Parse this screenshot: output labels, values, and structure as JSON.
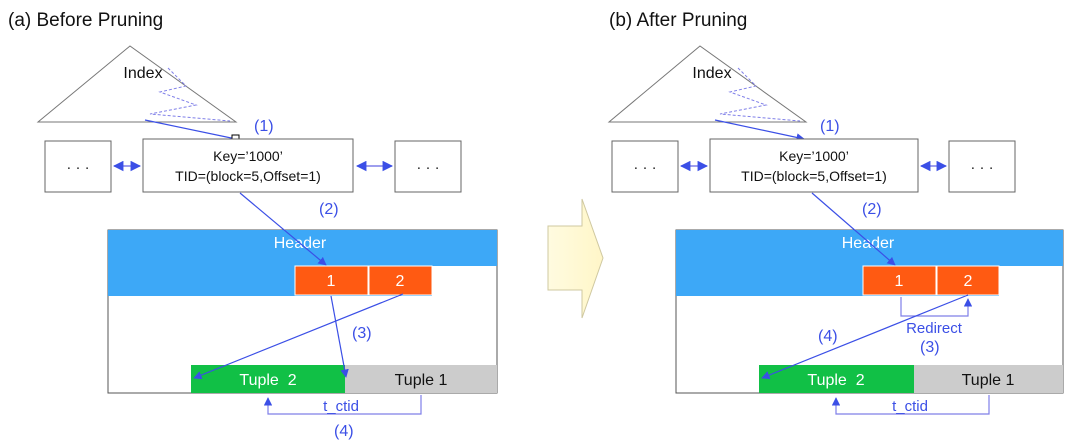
{
  "colors": {
    "arrow": "#3b4fe6",
    "header": "#3da8f7",
    "slot": "#ff5a12",
    "tuple_live": "#11c046",
    "tuple_dead": "#cccccc",
    "border": "#555555",
    "arrow_big_fill": "#fffbe0"
  },
  "panel_a": {
    "title": "(a) Before Pruning",
    "index_label": "Index",
    "ellipsis_left": "· · ·",
    "ellipsis_right": "· · ·",
    "key_line1": "Key=’1000’",
    "key_line2": "TID=(block=5,Offset=1)",
    "header_label": "Header",
    "slot1": "1",
    "slot2": "2",
    "tuple_left": "Tuple  2",
    "tuple_right": "Tuple 1",
    "tctid": "t_ctid",
    "step1": "(1)",
    "step2": "(2)",
    "step3": "(3)",
    "step4": "(4)"
  },
  "panel_b": {
    "title": "(b) After Pruning",
    "index_label": "Index",
    "ellipsis_left": "· · ·",
    "ellipsis_right": "· · ·",
    "key_line1": "Key=’1000’",
    "key_line2": "TID=(block=5,Offset=1)",
    "header_label": "Header",
    "slot1": "1",
    "slot2": "2",
    "tuple_left": "Tuple  2",
    "tuple_right": "Tuple 1",
    "tctid": "t_ctid",
    "redirect": "Redirect",
    "step1": "(1)",
    "step2": "(2)",
    "step3": "(3)",
    "step4": "(4)"
  }
}
